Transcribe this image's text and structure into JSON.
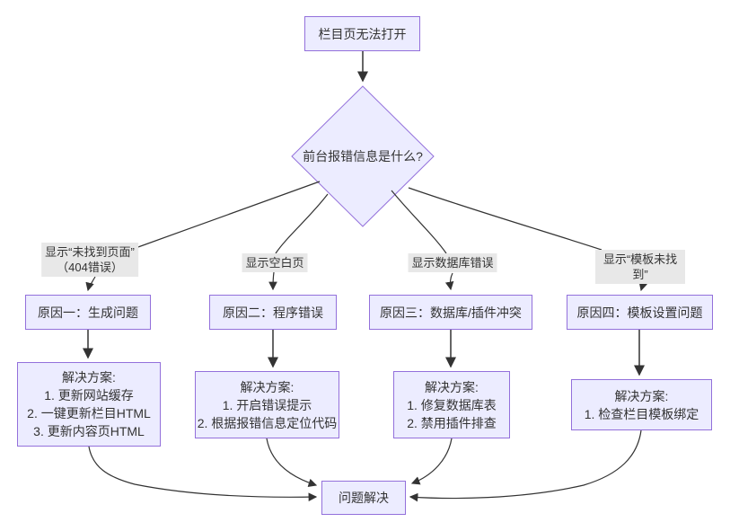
{
  "diagram": {
    "start_node": "栏目页无法打开",
    "decision_node": "前台报错信息是什么?",
    "branches": [
      {
        "label": "显示“未找到页面”\n（404错误）",
        "cause": "原因一：生成问题",
        "solution": "解决方案:\n1. 更新网站缓存\n2. 一键更新栏目HTML\n3. 更新内容页HTML"
      },
      {
        "label": "显示空白页",
        "cause": "原因二：程序错误",
        "solution": "解决方案:\n1. 开启错误提示\n2. 根据报错信息定位代码"
      },
      {
        "label": "显示数据库错误",
        "cause": "原因三：数据库/插件冲突",
        "solution": "解决方案:\n1. 修复数据库表\n2. 禁用插件排查"
      },
      {
        "label": "显示“模板未找到”",
        "cause": "原因四：模板设置问题",
        "solution": "解决方案:\n1. 检查栏目模板绑定"
      }
    ],
    "end_node": "问题解决",
    "colors": {
      "node_fill": "#ECECFF",
      "node_border": "#9370DB",
      "edge_line": "#333333",
      "edge_label_bg": "#e8e8e8",
      "text": "#333333"
    }
  }
}
